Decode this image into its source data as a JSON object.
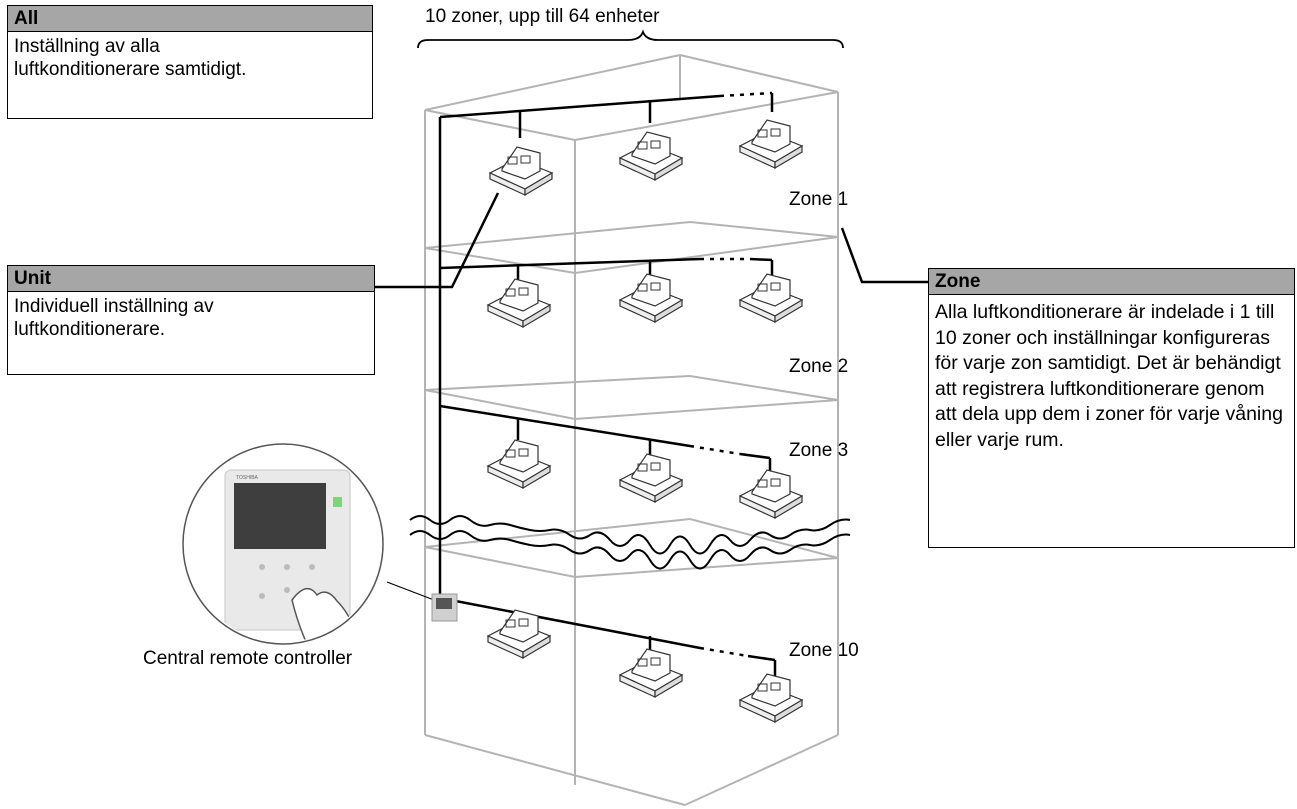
{
  "boxes": {
    "all": {
      "title": "All",
      "text": "Inställning av alla luftkonditionerare samtidigt."
    },
    "unit": {
      "title": "Unit",
      "text": "Individuell inställning av luftkonditionerare."
    },
    "zone": {
      "title": "Zone",
      "text": "Alla luftkonditionerare är indelade i 1 till 10 zoner och inställningar konfigureras för varje zon samtidigt. Det är behändigt att registrera luftkonditionerare genom att dela upp dem i zoner för varje våning eller varje rum."
    }
  },
  "top_label": "10 zoner, upp till 64 enheter",
  "zones": [
    "Zone 1",
    "Zone 2",
    "Zone 3",
    "Zone 10"
  ],
  "controller_label": "Central remote controller",
  "brand_text": "TOSHIBA"
}
